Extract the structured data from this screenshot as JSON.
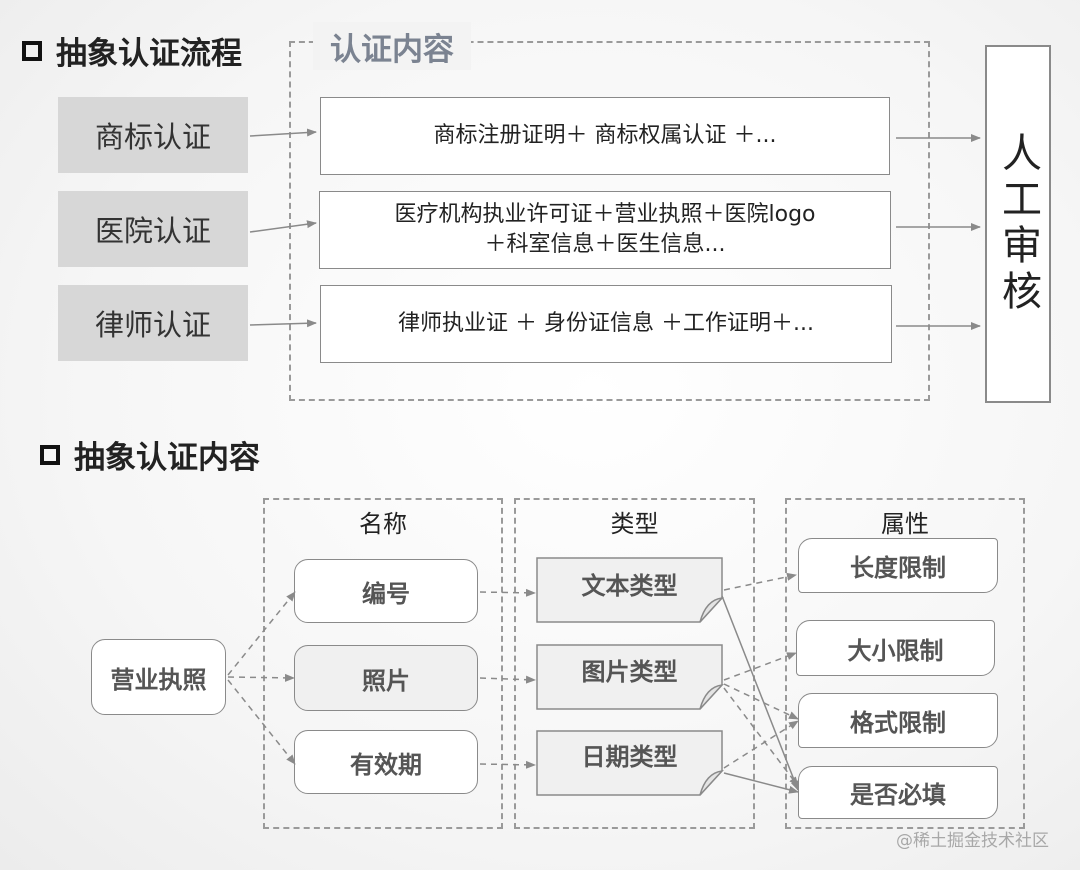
{
  "section1": {
    "title": "抽象认证流程"
  },
  "section2": {
    "title": "抽象认证内容"
  },
  "cert_content_label": "认证内容",
  "flow_rows": [
    {
      "label": "商标认证",
      "content_lines": [
        "商标注册证明＋ 商标权属认证 ＋..."
      ]
    },
    {
      "label": "医院认证",
      "content_lines": [
        "医疗机构执业许可证＋营业执照＋医院logo",
        "＋科室信息＋医生信息..."
      ]
    },
    {
      "label": "律师认证",
      "content_lines": [
        "律师执业证 ＋ 身份证信息 ＋工作证明＋..."
      ]
    }
  ],
  "review_label": "人工审核",
  "columns": {
    "name": "名称",
    "type": "类型",
    "attr": "属性"
  },
  "root_node": "营业执照",
  "name_nodes": [
    "编号",
    "照片",
    "有效期"
  ],
  "type_nodes": [
    "文本类型",
    "图片类型",
    "日期类型"
  ],
  "attr_nodes": [
    "长度限制",
    "大小限制",
    "格式限制",
    "是否必填"
  ],
  "watermark": "@稀土掘金技术社区",
  "colors": {
    "grey_box": "#d7d7d7",
    "line": "#8a8a8a",
    "label_text": "#7b8391"
  }
}
